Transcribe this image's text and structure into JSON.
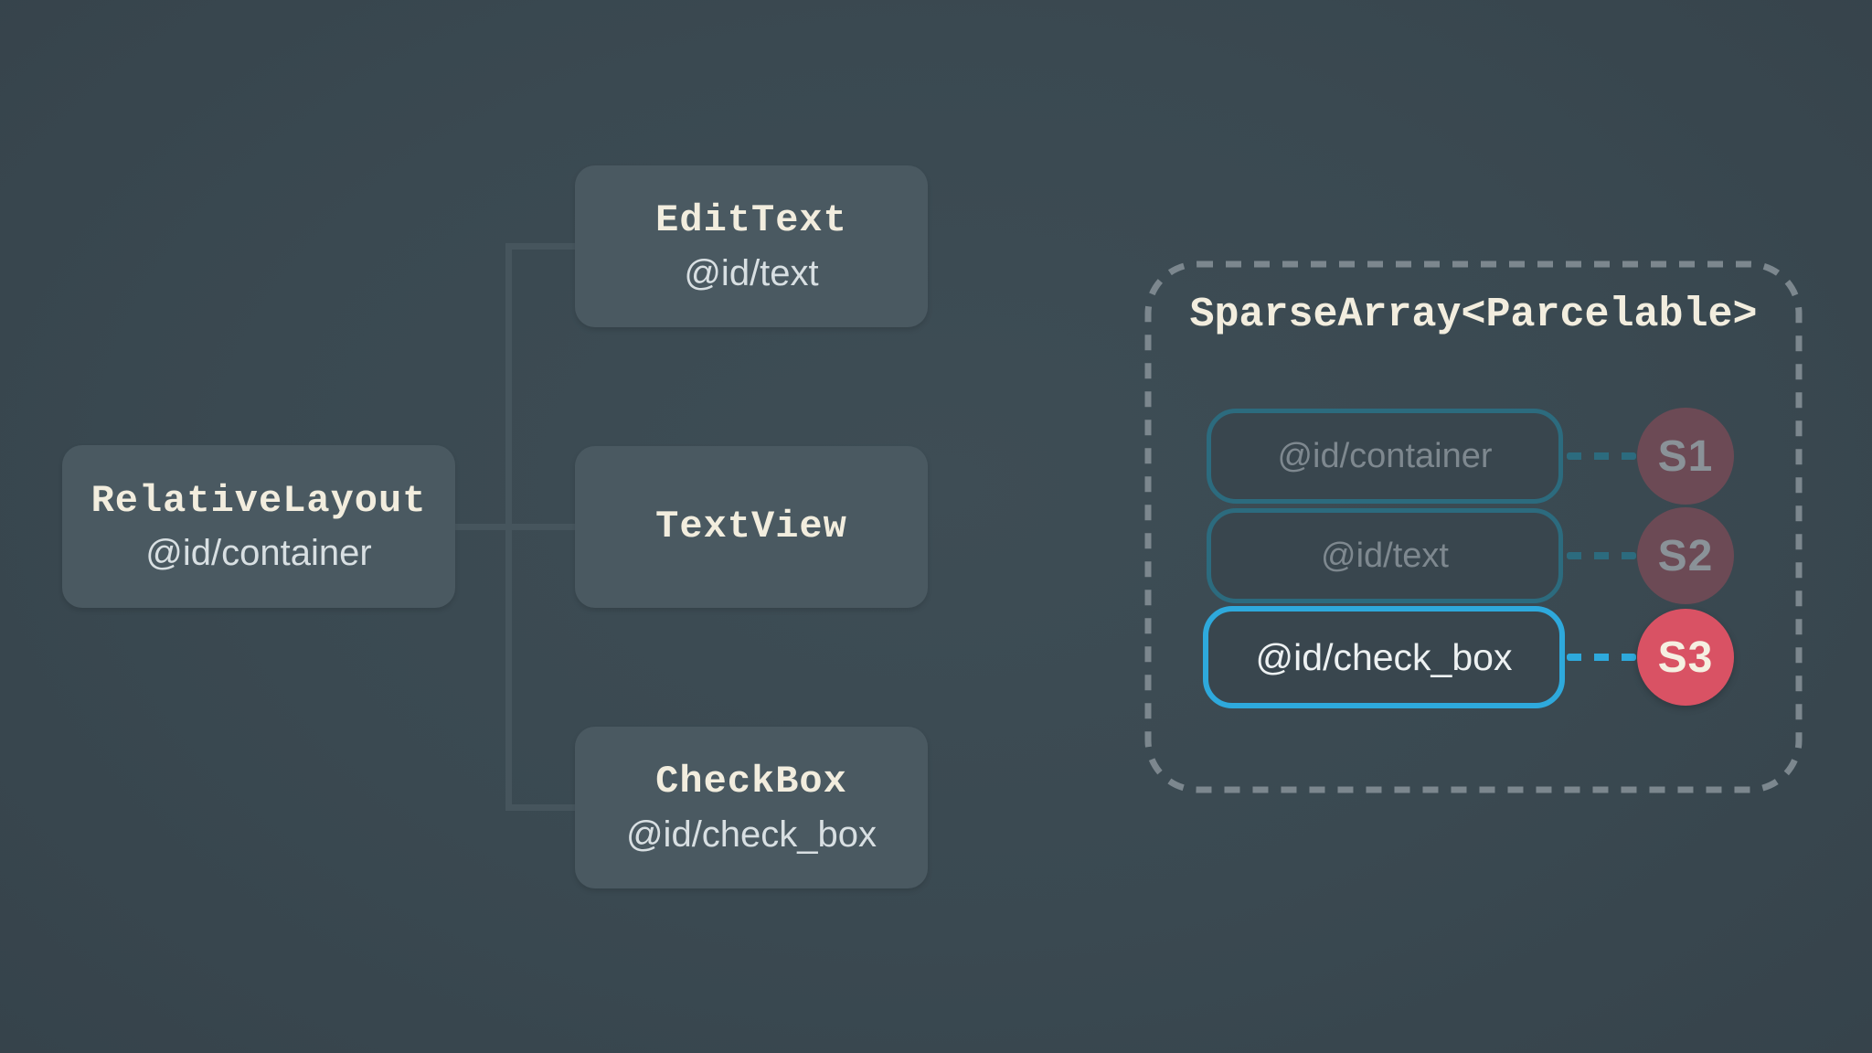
{
  "colors": {
    "background": "#3A4951",
    "node_fill": "#4A5961",
    "connector_line": "#46555D",
    "dashed_border": "#7C878E",
    "accent_blue": "#2EA9DC",
    "muted_teal": "#2C6B7E",
    "accent_red": "#D95264",
    "muted_red": "#6C4A55",
    "title_text": "#F2EDDE",
    "subtitle_text": "#D8DFE2",
    "faded_text": "#7E888F"
  },
  "view_tree": {
    "root": {
      "title": "RelativeLayout",
      "subtitle": "@id/container"
    },
    "children": [
      {
        "title": "EditText",
        "subtitle": "@id/text"
      },
      {
        "title": "TextView",
        "subtitle": ""
      },
      {
        "title": "CheckBox",
        "subtitle": "@id/check_box"
      }
    ]
  },
  "sparse_array": {
    "title": "SparseArray<Parcelable>",
    "rows": [
      {
        "key": "@id/container",
        "state": "S1",
        "active": false
      },
      {
        "key": "@id/text",
        "state": "S2",
        "active": false
      },
      {
        "key": "@id/check_box",
        "state": "S3",
        "active": true
      }
    ]
  }
}
